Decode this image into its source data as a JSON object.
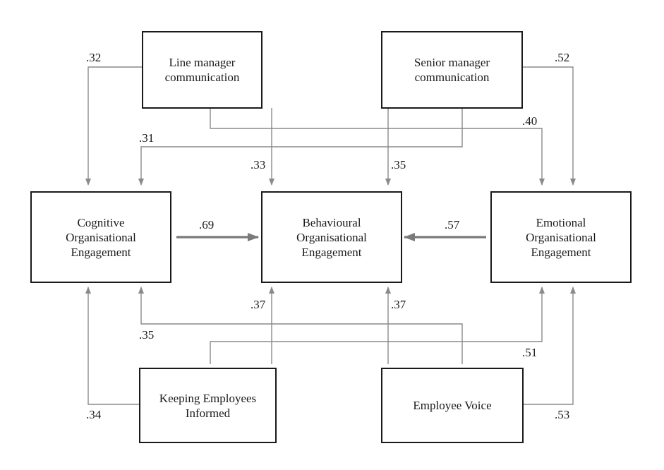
{
  "nodes": {
    "line_manager": "Line manager\ncommunication",
    "senior_manager": "Senior manager\ncommunication",
    "cognitive": "Cognitive\nOrganisational\nEngagement",
    "behavioural": "Behavioural\nOrganisational\nEngagement",
    "emotional": "Emotional\nOrganisational\nEngagement",
    "keeping_informed": "Keeping Employees\nInformed",
    "employee_voice": "Employee Voice"
  },
  "coefficients": {
    "line_to_cognitive": ".32",
    "senior_to_emotional": ".52",
    "line_to_emotional": ".40",
    "senior_to_cognitive": ".31",
    "line_to_behavioural": ".33",
    "senior_to_behavioural": ".35",
    "cognitive_to_behavioural": ".69",
    "emotional_to_behavioural": ".57",
    "informed_to_behavioural": ".37",
    "voice_to_behavioural": ".37",
    "voice_to_cognitive": ".35",
    "informed_to_emotional": ".51",
    "informed_to_cognitive": ".34",
    "voice_to_emotional": ".53"
  },
  "colors": {
    "box_border": "#1a1a1a",
    "thin_arrow": "#8a8a8a",
    "thick_arrow": "#7a7a7a"
  }
}
